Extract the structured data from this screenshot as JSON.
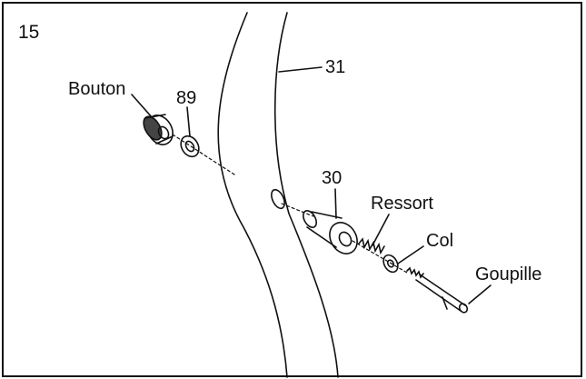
{
  "step_number": "15",
  "labels": {
    "bouton": "Bouton",
    "part_89": "89",
    "part_31": "31",
    "part_30": "30",
    "ressort": "Ressort",
    "col": "Col",
    "goupille": "Goupille"
  }
}
